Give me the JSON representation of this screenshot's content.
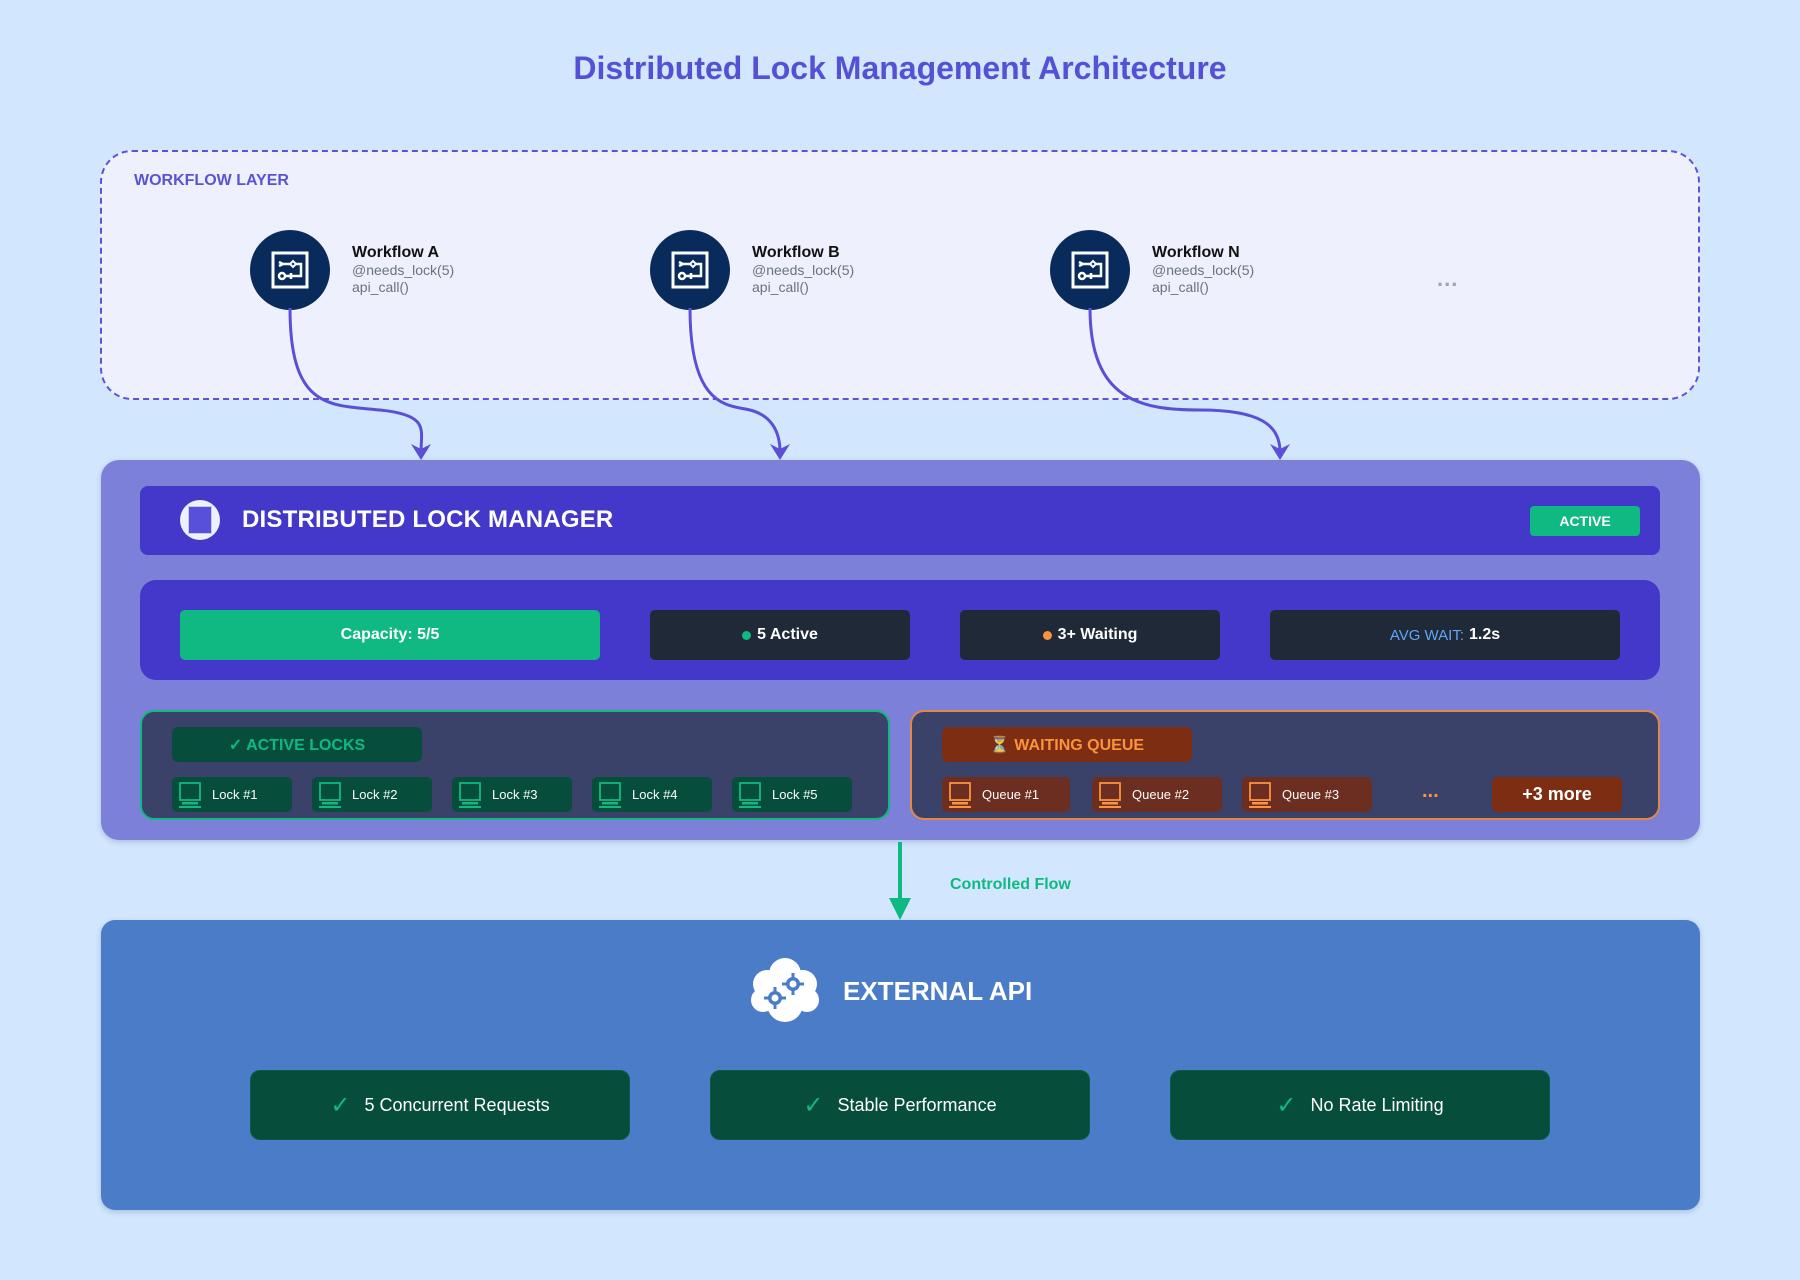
{
  "title": "Distributed Lock Management Architecture",
  "workflow_layer": {
    "label": "WORKFLOW LAYER",
    "workflows": [
      {
        "name": "Workflow A",
        "decorator": "@needs_lock(5)",
        "call": "api_call()",
        "icon": "workflow-icon"
      },
      {
        "name": "Workflow B",
        "decorator": "@needs_lock(5)",
        "call": "api_call()",
        "icon": "workflow-icon"
      },
      {
        "name": "Workflow N",
        "decorator": "@needs_lock(5)",
        "call": "api_call()",
        "icon": "workflow-icon"
      }
    ],
    "more": "..."
  },
  "lock_manager": {
    "title": "DISTRIBUTED LOCK MANAGER",
    "icon": "lock-manager-icon",
    "status_badge": "ACTIVE",
    "stats": {
      "capacity": "Capacity: 5/5",
      "active": "5 Active",
      "waiting": "3+ Waiting",
      "avg_wait_label": "AVG WAIT:",
      "avg_wait_value": "1.2s"
    },
    "active_locks": {
      "header": "✓ ACTIVE LOCKS",
      "items": [
        "Lock #1",
        "Lock #2",
        "Lock #3",
        "Lock #4",
        "Lock #5"
      ]
    },
    "waiting_queue": {
      "header": "⏳ WAITING QUEUE",
      "items": [
        "Queue #1",
        "Queue #2",
        "Queue #3"
      ],
      "ellipsis": "...",
      "more": "+3 more"
    }
  },
  "flow": {
    "label": "Controlled Flow"
  },
  "external_api": {
    "title": "EXTERNAL API",
    "icon": "cloud-gears-icon",
    "benefits": [
      {
        "check": "✓",
        "label": "5 Concurrent Requests"
      },
      {
        "check": "✓",
        "label": "Stable Performance"
      },
      {
        "check": "✓",
        "label": "No Rate Limiting"
      }
    ]
  },
  "colors": {
    "background": "#d2e7fd",
    "accent": "#5550d6",
    "manager": "#4338ca",
    "success": "#10b981",
    "warning": "#fb923c",
    "api": "#4a7cc7"
  }
}
